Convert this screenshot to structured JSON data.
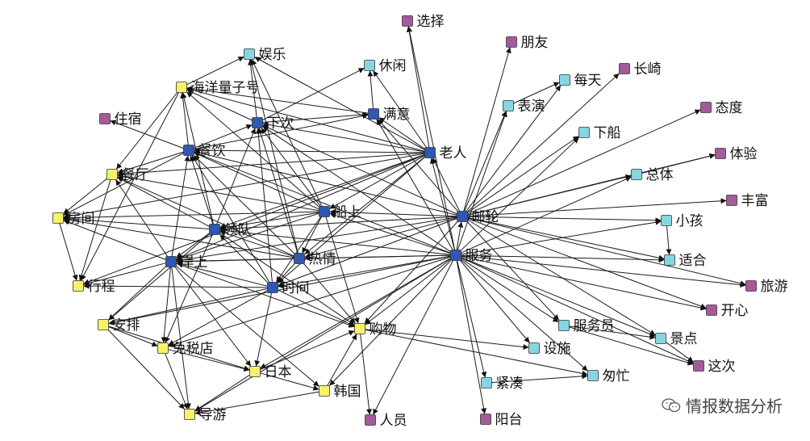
{
  "colors": {
    "blue": "#2f57b3",
    "yellow": "#f5f26a",
    "cyan": "#86d6e2",
    "purple": "#a35b9c"
  },
  "nodes": [
    {
      "id": "youlun",
      "label": "邮轮",
      "group": "blue"
    },
    {
      "id": "fuwu",
      "label": "服务",
      "group": "blue"
    },
    {
      "id": "laoren",
      "label": "老人",
      "group": "blue"
    },
    {
      "id": "chuanshang",
      "label": "船上",
      "group": "blue"
    },
    {
      "id": "reqing",
      "label": "热情",
      "group": "blue"
    },
    {
      "id": "shijian",
      "label": "时间",
      "group": "blue"
    },
    {
      "id": "lingdui",
      "label": "领队",
      "group": "blue"
    },
    {
      "id": "anshang",
      "label": "岸上",
      "group": "blue"
    },
    {
      "id": "canyin",
      "label": "餐饮",
      "group": "blue"
    },
    {
      "id": "xiaci",
      "label": "下次",
      "group": "blue"
    },
    {
      "id": "manyi",
      "label": "满意",
      "group": "blue"
    },
    {
      "id": "haiyang",
      "label": "海洋量子号",
      "group": "yellow"
    },
    {
      "id": "canting",
      "label": "餐厅",
      "group": "yellow"
    },
    {
      "id": "fangjian",
      "label": "房间",
      "group": "yellow"
    },
    {
      "id": "xingcheng",
      "label": "行程",
      "group": "yellow"
    },
    {
      "id": "anpai",
      "label": "安排",
      "group": "yellow"
    },
    {
      "id": "mianshui",
      "label": "免税店",
      "group": "yellow"
    },
    {
      "id": "daoyou",
      "label": "导游",
      "group": "yellow"
    },
    {
      "id": "riben",
      "label": "日本",
      "group": "yellow"
    },
    {
      "id": "hanguo",
      "label": "韩国",
      "group": "yellow"
    },
    {
      "id": "gouwu",
      "label": "购物",
      "group": "yellow"
    },
    {
      "id": "yule",
      "label": "娱乐",
      "group": "cyan"
    },
    {
      "id": "xiuxian",
      "label": "休闲",
      "group": "cyan"
    },
    {
      "id": "biaoyan",
      "label": "表演",
      "group": "cyan"
    },
    {
      "id": "meitian",
      "label": "每天",
      "group": "cyan"
    },
    {
      "id": "xiachuan",
      "label": "下船",
      "group": "cyan"
    },
    {
      "id": "zongti",
      "label": "总体",
      "group": "cyan"
    },
    {
      "id": "xiaohai",
      "label": "小孩",
      "group": "cyan"
    },
    {
      "id": "shihe",
      "label": "适合",
      "group": "cyan"
    },
    {
      "id": "fuwuyuan",
      "label": "服务员",
      "group": "cyan"
    },
    {
      "id": "jingdian",
      "label": "景点",
      "group": "cyan"
    },
    {
      "id": "sheshi",
      "label": "设施",
      "group": "cyan"
    },
    {
      "id": "jincou",
      "label": "紧凑",
      "group": "cyan"
    },
    {
      "id": "congmang",
      "label": "匆忙",
      "group": "cyan"
    },
    {
      "id": "xuanze",
      "label": "选择",
      "group": "purple"
    },
    {
      "id": "pengyou",
      "label": "朋友",
      "group": "purple"
    },
    {
      "id": "changqi",
      "label": "长崎",
      "group": "purple"
    },
    {
      "id": "taidu",
      "label": "态度",
      "group": "purple"
    },
    {
      "id": "tiyan",
      "label": "体验",
      "group": "purple"
    },
    {
      "id": "fengfu",
      "label": "丰富",
      "group": "purple"
    },
    {
      "id": "zhusu",
      "label": "住宿",
      "group": "purple"
    },
    {
      "id": "lvyou",
      "label": "旅游",
      "group": "purple"
    },
    {
      "id": "kaixin",
      "label": "开心",
      "group": "purple"
    },
    {
      "id": "zheci",
      "label": "这次",
      "group": "purple"
    },
    {
      "id": "renyuan",
      "label": "人员",
      "group": "purple"
    },
    {
      "id": "yangtai",
      "label": "阳台",
      "group": "purple"
    }
  ],
  "edges": [
    [
      "fuwu",
      "youlun"
    ],
    [
      "fuwu",
      "laoren"
    ],
    [
      "fuwu",
      "chuanshang"
    ],
    [
      "fuwu",
      "reqing"
    ],
    [
      "fuwu",
      "shijian"
    ],
    [
      "fuwu",
      "lingdui"
    ],
    [
      "fuwu",
      "anshang"
    ],
    [
      "fuwu",
      "canyin"
    ],
    [
      "fuwu",
      "xiaci"
    ],
    [
      "fuwu",
      "manyi"
    ],
    [
      "fuwu",
      "gouwu"
    ],
    [
      "fuwu",
      "riben"
    ],
    [
      "fuwu",
      "hanguo"
    ],
    [
      "fuwu",
      "mianshui"
    ],
    [
      "fuwu",
      "daoyou"
    ],
    [
      "fuwu",
      "anpai"
    ],
    [
      "fuwu",
      "fuwuyuan"
    ],
    [
      "fuwu",
      "sheshi"
    ],
    [
      "fuwu",
      "jincou"
    ],
    [
      "fuwu",
      "congmang"
    ],
    [
      "fuwu",
      "jingdian"
    ],
    [
      "fuwu",
      "zheci"
    ],
    [
      "fuwu",
      "kaixin"
    ],
    [
      "fuwu",
      "lvyou"
    ],
    [
      "fuwu",
      "shihe"
    ],
    [
      "fuwu",
      "xiaohai"
    ],
    [
      "fuwu",
      "zongti"
    ],
    [
      "fuwu",
      "xiachuan"
    ],
    [
      "fuwu",
      "biaoyan"
    ],
    [
      "fuwu",
      "renyuan"
    ],
    [
      "fuwu",
      "yangtai"
    ],
    [
      "fuwu",
      "xuanze"
    ],
    [
      "youlun",
      "laoren"
    ],
    [
      "youlun",
      "chuanshang"
    ],
    [
      "youlun",
      "reqing"
    ],
    [
      "youlun",
      "shijian"
    ],
    [
      "youlun",
      "lingdui"
    ],
    [
      "youlun",
      "anshang"
    ],
    [
      "youlun",
      "canyin"
    ],
    [
      "youlun",
      "xiaci"
    ],
    [
      "youlun",
      "manyi"
    ],
    [
      "youlun",
      "pengyou"
    ],
    [
      "youlun",
      "meitian"
    ],
    [
      "youlun",
      "changqi"
    ],
    [
      "youlun",
      "taidu"
    ],
    [
      "youlun",
      "tiyan"
    ],
    [
      "youlun",
      "fengfu"
    ],
    [
      "youlun",
      "xiaohai"
    ],
    [
      "youlun",
      "shihe"
    ],
    [
      "youlun",
      "lvyou"
    ],
    [
      "youlun",
      "kaixin"
    ],
    [
      "youlun",
      "fuwuyuan"
    ],
    [
      "youlun",
      "jingdian"
    ],
    [
      "youlun",
      "gouwu"
    ],
    [
      "youlun",
      "biaoyan"
    ],
    [
      "youlun",
      "xiachuan"
    ],
    [
      "youlun",
      "zongti"
    ],
    [
      "laoren",
      "chuanshang"
    ],
    [
      "laoren",
      "reqing"
    ],
    [
      "laoren",
      "shijian"
    ],
    [
      "laoren",
      "lingdui"
    ],
    [
      "laoren",
      "anshang"
    ],
    [
      "laoren",
      "canyin"
    ],
    [
      "laoren",
      "xiaci"
    ],
    [
      "laoren",
      "manyi"
    ],
    [
      "laoren",
      "haiyang"
    ],
    [
      "laoren",
      "canting"
    ],
    [
      "laoren",
      "fangjian"
    ],
    [
      "laoren",
      "xingcheng"
    ],
    [
      "laoren",
      "yule"
    ],
    [
      "laoren",
      "xiuxian"
    ],
    [
      "laoren",
      "xuanze"
    ],
    [
      "chuanshang",
      "canyin"
    ],
    [
      "chuanshang",
      "xiaci"
    ],
    [
      "chuanshang",
      "lingdui"
    ],
    [
      "chuanshang",
      "anshang"
    ],
    [
      "chuanshang",
      "reqing"
    ],
    [
      "chuanshang",
      "shijian"
    ],
    [
      "chuanshang",
      "haiyang"
    ],
    [
      "chuanshang",
      "canting"
    ],
    [
      "chuanshang",
      "fangjian"
    ],
    [
      "chuanshang",
      "gouwu"
    ],
    [
      "chuanshang",
      "yule"
    ],
    [
      "reqing",
      "canyin"
    ],
    [
      "reqing",
      "xiaci"
    ],
    [
      "reqing",
      "lingdui"
    ],
    [
      "reqing",
      "anshang"
    ],
    [
      "reqing",
      "shijian"
    ],
    [
      "reqing",
      "fangjian"
    ],
    [
      "reqing",
      "canting"
    ],
    [
      "reqing",
      "gouwu"
    ],
    [
      "reqing",
      "yule"
    ],
    [
      "shijian",
      "anshang"
    ],
    [
      "shijian",
      "lingdui"
    ],
    [
      "shijian",
      "canyin"
    ],
    [
      "shijian",
      "xiaci"
    ],
    [
      "shijian",
      "anpai"
    ],
    [
      "shijian",
      "xingcheng"
    ],
    [
      "shijian",
      "riben"
    ],
    [
      "shijian",
      "mianshui"
    ],
    [
      "shijian",
      "gouwu"
    ],
    [
      "lingdui",
      "canyin"
    ],
    [
      "lingdui",
      "xiaci"
    ],
    [
      "lingdui",
      "anshang"
    ],
    [
      "lingdui",
      "fangjian"
    ],
    [
      "lingdui",
      "canting"
    ],
    [
      "lingdui",
      "haiyang"
    ],
    [
      "lingdui",
      "anpai"
    ],
    [
      "lingdui",
      "mianshui"
    ],
    [
      "lingdui",
      "gouwu"
    ],
    [
      "anshang",
      "canyin"
    ],
    [
      "anshang",
      "xingcheng"
    ],
    [
      "anshang",
      "anpai"
    ],
    [
      "anshang",
      "mianshui"
    ],
    [
      "anshang",
      "daoyou"
    ],
    [
      "anshang",
      "riben"
    ],
    [
      "anshang",
      "hanguo"
    ],
    [
      "anshang",
      "gouwu"
    ],
    [
      "anshang",
      "fangjian"
    ],
    [
      "anshang",
      "canting"
    ],
    [
      "canyin",
      "canting"
    ],
    [
      "canyin",
      "haiyang"
    ],
    [
      "canyin",
      "xiaci"
    ],
    [
      "canyin",
      "manyi"
    ],
    [
      "canyin",
      "fangjian"
    ],
    [
      "canyin",
      "zhusu"
    ],
    [
      "xiaci",
      "manyi"
    ],
    [
      "xiaci",
      "haiyang"
    ],
    [
      "xiaci",
      "yule"
    ],
    [
      "xiaci",
      "xiuxian"
    ],
    [
      "manyi",
      "haiyang"
    ],
    [
      "manyi",
      "xiuxian"
    ],
    [
      "haiyang",
      "yule"
    ],
    [
      "haiyang",
      "canting"
    ],
    [
      "haiyang",
      "xingcheng"
    ],
    [
      "canting",
      "xingcheng"
    ],
    [
      "canting",
      "fangjian"
    ],
    [
      "fangjian",
      "xingcheng"
    ],
    [
      "anpai",
      "mianshui"
    ],
    [
      "anpai",
      "daoyou"
    ],
    [
      "anpai",
      "riben"
    ],
    [
      "mianshui",
      "daoyou"
    ],
    [
      "mianshui",
      "riben"
    ],
    [
      "riben",
      "daoyou"
    ],
    [
      "riben",
      "hanguo"
    ],
    [
      "riben",
      "gouwu"
    ],
    [
      "hanguo",
      "daoyou"
    ],
    [
      "hanguo",
      "gouwu"
    ],
    [
      "gouwu",
      "sheshi"
    ],
    [
      "gouwu",
      "congmang"
    ],
    [
      "gouwu",
      "renyuan"
    ],
    [
      "biaoyan",
      "meitian"
    ],
    [
      "zongti",
      "tiyan"
    ],
    [
      "xiaohai",
      "shihe"
    ],
    [
      "jincou",
      "congmang"
    ],
    [
      "fuwuyuan",
      "jingdian"
    ],
    [
      "jingdian",
      "zheci"
    ],
    [
      "fuwuyuan",
      "zheci"
    ]
  ],
  "watermark": {
    "text": "情报数据分析"
  }
}
